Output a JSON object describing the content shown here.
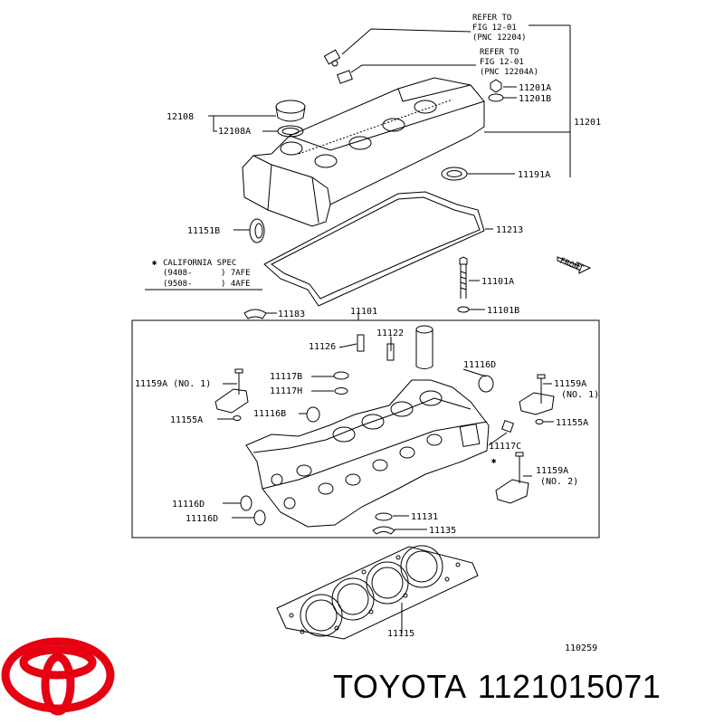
{
  "refs": {
    "ref1": [
      "REFER TO",
      "FIG 12-01",
      "(PNC 12204)"
    ],
    "ref2": [
      "REFER TO",
      "FIG 12-01",
      "(PNC 12204A)"
    ]
  },
  "california": {
    "title": "CALIFORNIA SPEC",
    "line1": [
      "(9408-",
      ") 7AFE"
    ],
    "line2": [
      "(9508-",
      ") 4AFE"
    ]
  },
  "front_label": "FRONT",
  "parts": {
    "p11201A": "11201A",
    "p11201B": "11201B",
    "p11201": "11201",
    "p12108": "12108",
    "p12108A": "12108A",
    "p11191A": "11191A",
    "p11151B": "11151B",
    "p11213": "11213",
    "p11101A": "11101A",
    "p11101B": "11101B",
    "p11183": "11183",
    "p11101": "11101",
    "p11122": "11122",
    "p11126": "11126",
    "p11116D_top": "11116D",
    "p11159A_no1_left": "11159A (NO. 1)",
    "p11159A_right": "11159A",
    "p_no1_right": "(NO. 1)",
    "p11117B": "11117B",
    "p11117H": "11117H",
    "p11155A_left": "11155A",
    "p11116B": "11116B",
    "p11155A_right": "11155A",
    "p11117C": "11117C",
    "p11159A_no2": "11159A",
    "p_no2": "(NO. 2)",
    "p11116D_a": "11116D",
    "p11116D_b": "11116D",
    "p11131": "11131",
    "p11135": "11135",
    "p11115": "11115",
    "diagram_code": "110259"
  },
  "brand": {
    "name": "TOYOTA",
    "part_number": "1121015071",
    "logo_color": "#e60012"
  }
}
